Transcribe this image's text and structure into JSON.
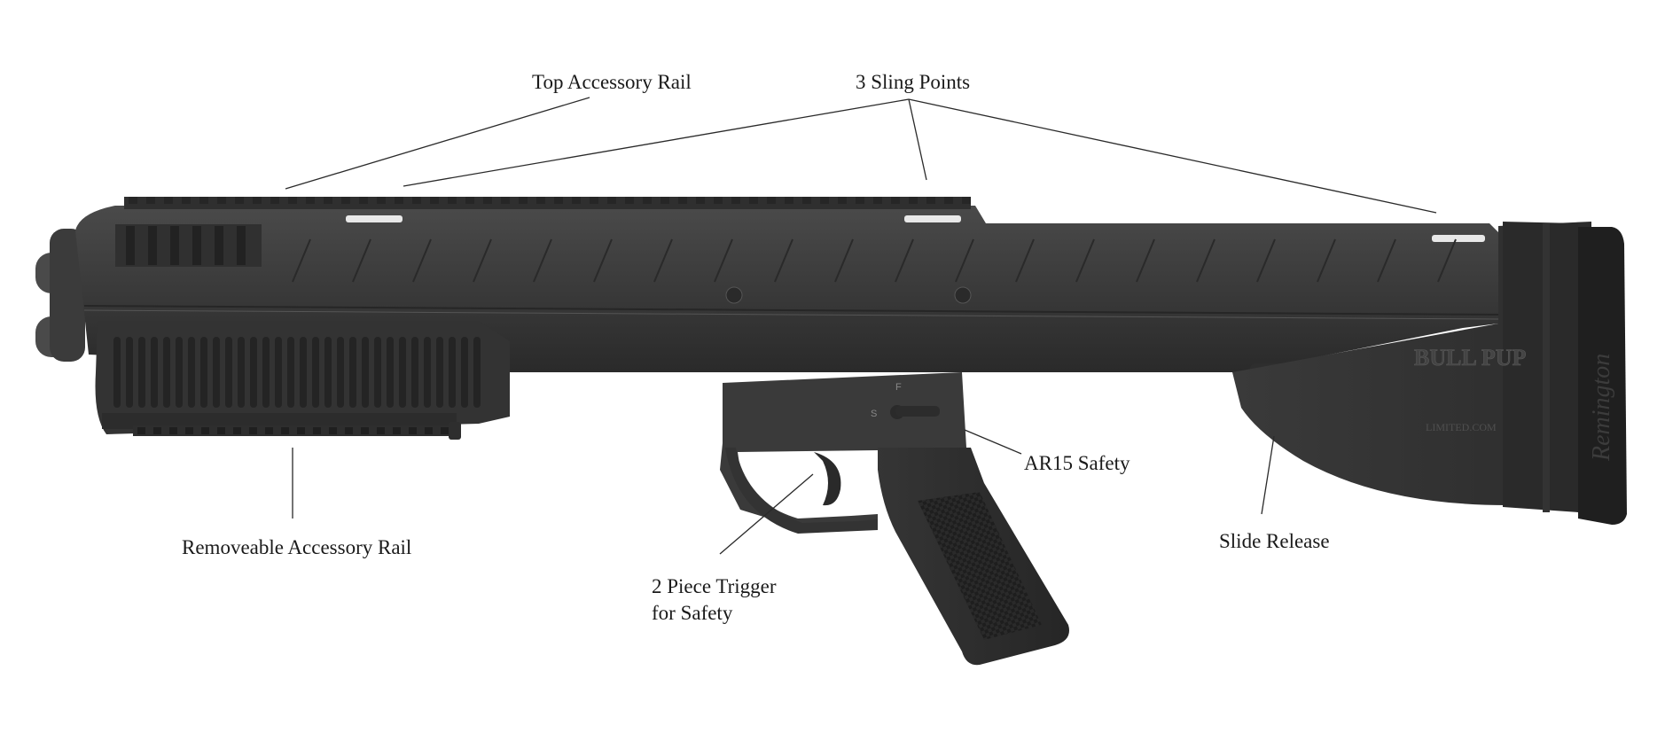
{
  "diagram": {
    "subject_icon": "bullpup-shotgun-illustration",
    "colors": {
      "background": "#ffffff",
      "body_dark": "#2b2b2b",
      "body_mid": "#3d3d3d",
      "body_light": "#5a5a5a",
      "label_text": "#1a1a1a",
      "leader_line": "#2a2a2a"
    },
    "callouts": {
      "top_rail": {
        "label": "Top Accessory Rail"
      },
      "sling_points": {
        "label": "3 Sling Points"
      },
      "ar15_safety": {
        "label": "AR15 Safety"
      },
      "slide_release": {
        "label": "Slide Release"
      },
      "removable_rail": {
        "label": "Removeable Accessory Rail"
      },
      "trigger": {
        "label_line1": "2 Piece Trigger",
        "label_line2": "for Safety"
      }
    },
    "stock_logo": {
      "brand_text": "Remington",
      "maker_text": "BULL PUP",
      "maker_text_2": "LIMITED.COM"
    }
  }
}
